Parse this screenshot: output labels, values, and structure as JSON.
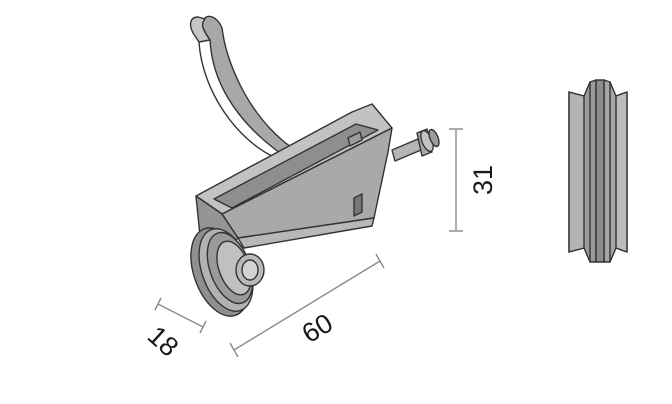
{
  "dimensions": {
    "length": "60",
    "width": "18",
    "height": "31"
  },
  "colors": {
    "metal_light": "#bdbdbd",
    "metal_mid": "#a3a3a3",
    "metal_dark": "#7a7a7a",
    "outline": "#333333",
    "dimension_line": "#8a8a8a"
  },
  "figures": {
    "main": "roller-carriage-perspective-view",
    "side": "roller-wheel-profile-view"
  }
}
